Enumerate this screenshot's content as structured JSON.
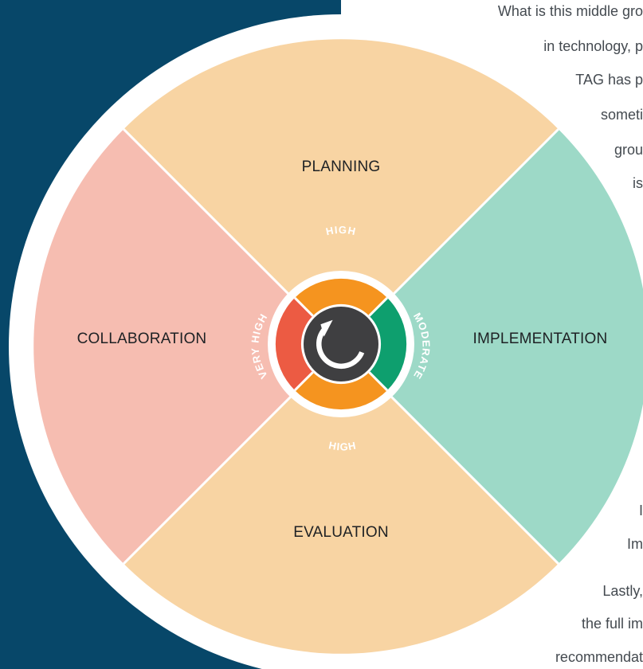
{
  "background_text": [
    "What is this middle gro",
    "in technology, p",
    "TAG has p",
    "someti",
    "grou",
    "is",
    "I",
    "Im",
    "Lastly,",
    "the full im",
    "recommendat"
  ],
  "segments": {
    "planning": "PLANNING",
    "implementation": "IMPLEMENTATION",
    "evaluation": "EVALUATION",
    "collaboration": "COLLABORATION"
  },
  "ring": {
    "top": "HIGH",
    "right": "MODERATE",
    "bottom": "HIGH",
    "left": "VERY HIGH"
  },
  "colors": {
    "navy": "#074769",
    "planning": "#f8d4a3",
    "implementation": "#9dd9c7",
    "evaluation": "#f8d4a3",
    "collaboration": "#f6bdb1",
    "ring_orange": "#f5941f",
    "ring_green": "#0e9f6e",
    "ring_red": "#ec5b43",
    "center": "#3f3f41"
  },
  "icons": {
    "center": "refresh-cycle-icon"
  }
}
